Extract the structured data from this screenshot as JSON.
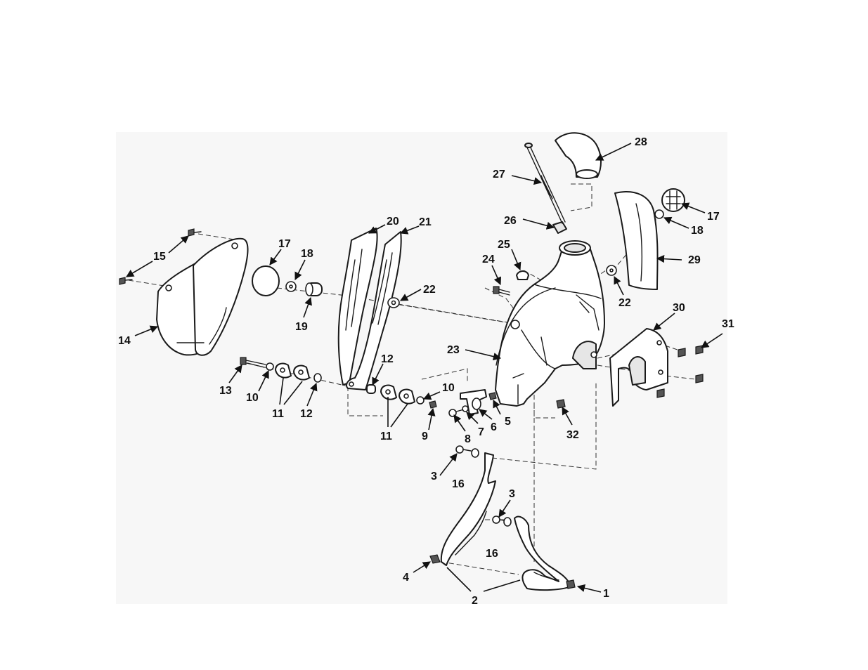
{
  "diagram": {
    "callouts": {
      "c1": "1",
      "c2": "2",
      "c3a": "3",
      "c3b": "3",
      "c4": "4",
      "c5": "5",
      "c6": "6",
      "c7": "7",
      "c8": "8",
      "c9": "9",
      "c10a": "10",
      "c10b": "10",
      "c11a": "11",
      "c11b": "11",
      "c12a": "12",
      "c12b": "12",
      "c13": "13",
      "c14": "14",
      "c15": "15",
      "c16a": "16",
      "c16b": "16",
      "c17a": "17",
      "c17b": "17",
      "c18a": "18",
      "c18b": "18",
      "c19": "19",
      "c20": "20",
      "c21": "21",
      "c22a": "22",
      "c22b": "22",
      "c23": "23",
      "c24": "24",
      "c25": "25",
      "c26": "26",
      "c27": "27",
      "c28": "28",
      "c29": "29",
      "c30": "30",
      "c31": "31",
      "c32": "32"
    }
  }
}
